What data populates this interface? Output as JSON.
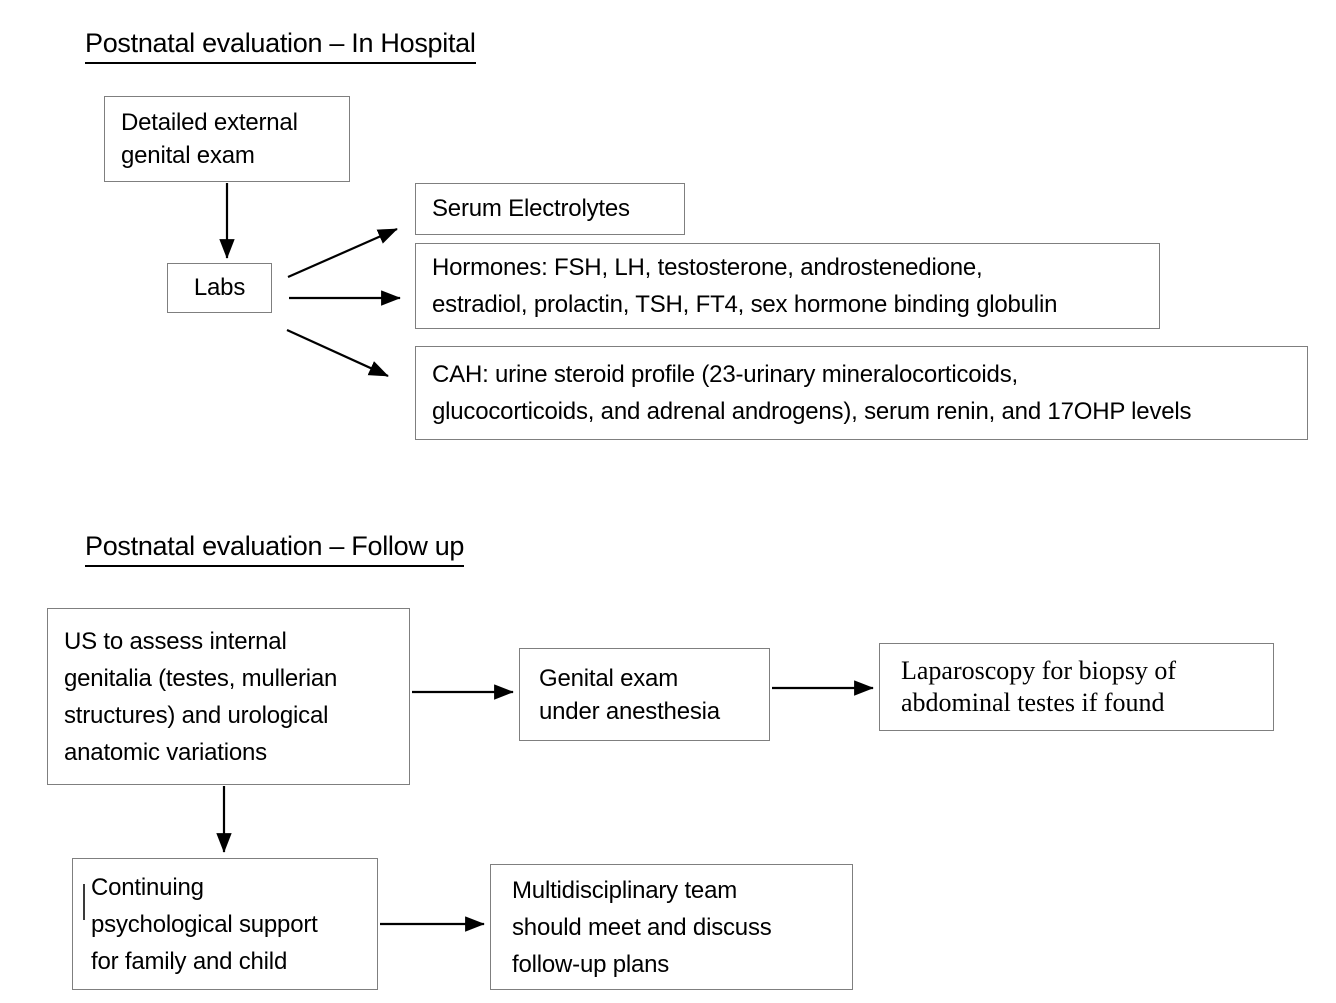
{
  "sections": [
    {
      "title": "Postnatal evaluation – In Hospital",
      "nodes": {
        "detailed_exam": [
          "Detailed external",
          "genital exam"
        ],
        "labs": "Labs",
        "serum_electrolytes": "Serum Electrolytes",
        "hormones": [
          "Hormones: FSH, LH, testosterone, androstenedione,",
          "estradiol, prolactin, TSH, FT4, sex hormone binding globulin"
        ],
        "cah": [
          "CAH: urine steroid profile (23-urinary mineralocorticoids,",
          "glucocorticoids, and adrenal androgens), serum renin, and 17OHP levels"
        ]
      }
    },
    {
      "title": "Postnatal evaluation – Follow up",
      "nodes": {
        "us_assess": [
          "US to assess internal",
          "genitalia (testes, mullerian",
          "structures) and urological",
          "anatomic variations"
        ],
        "genital_exam": [
          "Genital exam",
          "under anesthesia"
        ],
        "laparoscopy": [
          "Laparoscopy for biopsy of",
          "abdominal testes if found"
        ],
        "psych_support": [
          "Continuing",
          "psychological support",
          "for family and child"
        ],
        "multidisciplinary": [
          "Multidisciplinary team",
          "should meet and discuss",
          "follow-up plans"
        ]
      }
    }
  ],
  "colors": {
    "box_border": "#7f7f7f",
    "arrow": "#000000",
    "text": "#000000",
    "background": "#ffffff"
  }
}
